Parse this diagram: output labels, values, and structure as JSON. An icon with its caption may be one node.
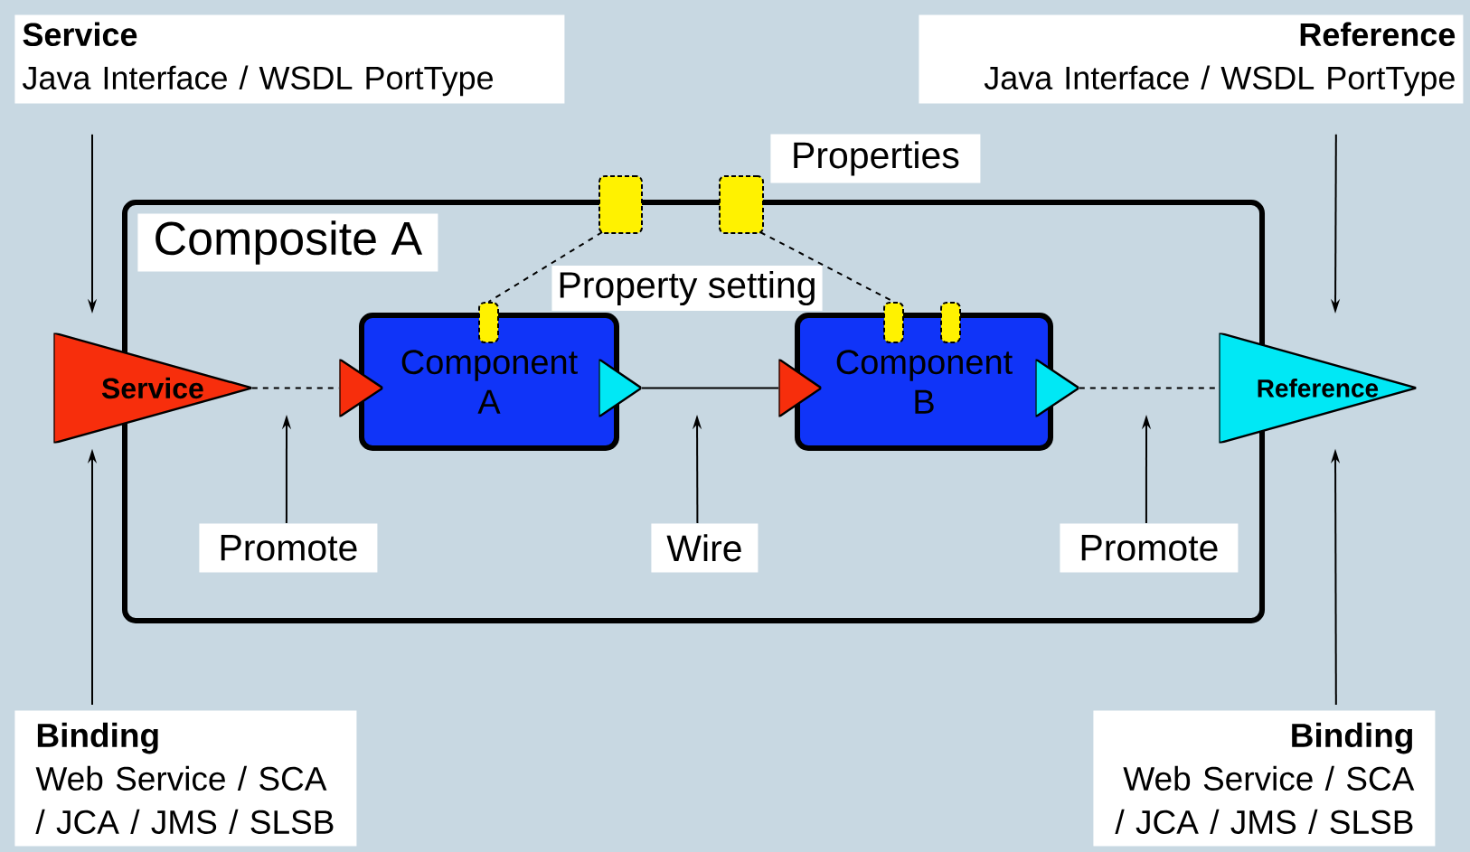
{
  "diagram": {
    "nodes": [
      {
        "text": [
          "Service",
          "Java Interface / WSDL PortType"
        ]
      },
      {
        "text": [
          "Reference",
          "Java Interface / WSDL PortType"
        ]
      },
      {
        "text": [
          "Properties"
        ]
      },
      {
        "text": [
          "Composite A"
        ]
      },
      {
        "text": [],
        "shape": "box"
      },
      {
        "text": [],
        "shape": "box"
      },
      {
        "text": [
          "Component A"
        ],
        "in": 3
      },
      {
        "text": [
          "Component B"
        ],
        "in": 3
      },
      {
        "text": [],
        "shape": "box",
        "in": 3
      },
      {
        "text": [],
        "shape": "box",
        "in": 3
      },
      {
        "text": [],
        "shape": "box",
        "in": 3
      },
      {
        "text": [
          "Service"
        ]
      },
      {
        "text": [
          "Reference"
        ]
      },
      {
        "text": [],
        "shape": "triangle",
        "in": 3
      },
      {
        "text": [],
        "shape": "triangle",
        "in": 3
      },
      {
        "text": [],
        "shape": "triangle",
        "in": 3
      },
      {
        "text": [],
        "shape": "triangle",
        "in": 3
      },
      {
        "text": [
          "Promote"
        ],
        "in": 3
      },
      {
        "text": [
          "Wire"
        ],
        "in": 3
      },
      {
        "text": [
          "Promote"
        ],
        "in": 3
      },
      {
        "text": [
          "Binding",
          "Web Service / SCA / JCA / JMS / SLSB"
        ]
      },
      {
        "text": [
          "Binding",
          "Web Service / SCA / JCA / JMS / SLSB"
        ]
      }
    ],
    "edges": [
      {
        "from": 0,
        "to": 11,
        "arrow": "to"
      },
      {
        "from": 1,
        "to": 12,
        "arrow": "to"
      },
      {
        "from": 20,
        "to": 11,
        "arrow": "to"
      },
      {
        "from": 21,
        "to": 12,
        "arrow": "to"
      },
      {
        "from": 11,
        "to": 13,
        "arrow": "none",
        "style": "dashed"
      },
      {
        "from": 14,
        "to": 15,
        "arrow": "none"
      },
      {
        "from": 16,
        "to": 12,
        "arrow": "none",
        "style": "dashed"
      },
      {
        "from": 17,
        "to": null,
        "arrow": "to"
      },
      {
        "from": 18,
        "to": null,
        "arrow": "to"
      },
      {
        "from": 19,
        "to": null,
        "arrow": "to"
      },
      {
        "from": 4,
        "to": 8,
        "arrow": "none",
        "style": "dashed",
        "label": "Property setting"
      },
      {
        "from": 5,
        "to": 9,
        "arrow": "none",
        "style": "dashed"
      }
    ]
  }
}
